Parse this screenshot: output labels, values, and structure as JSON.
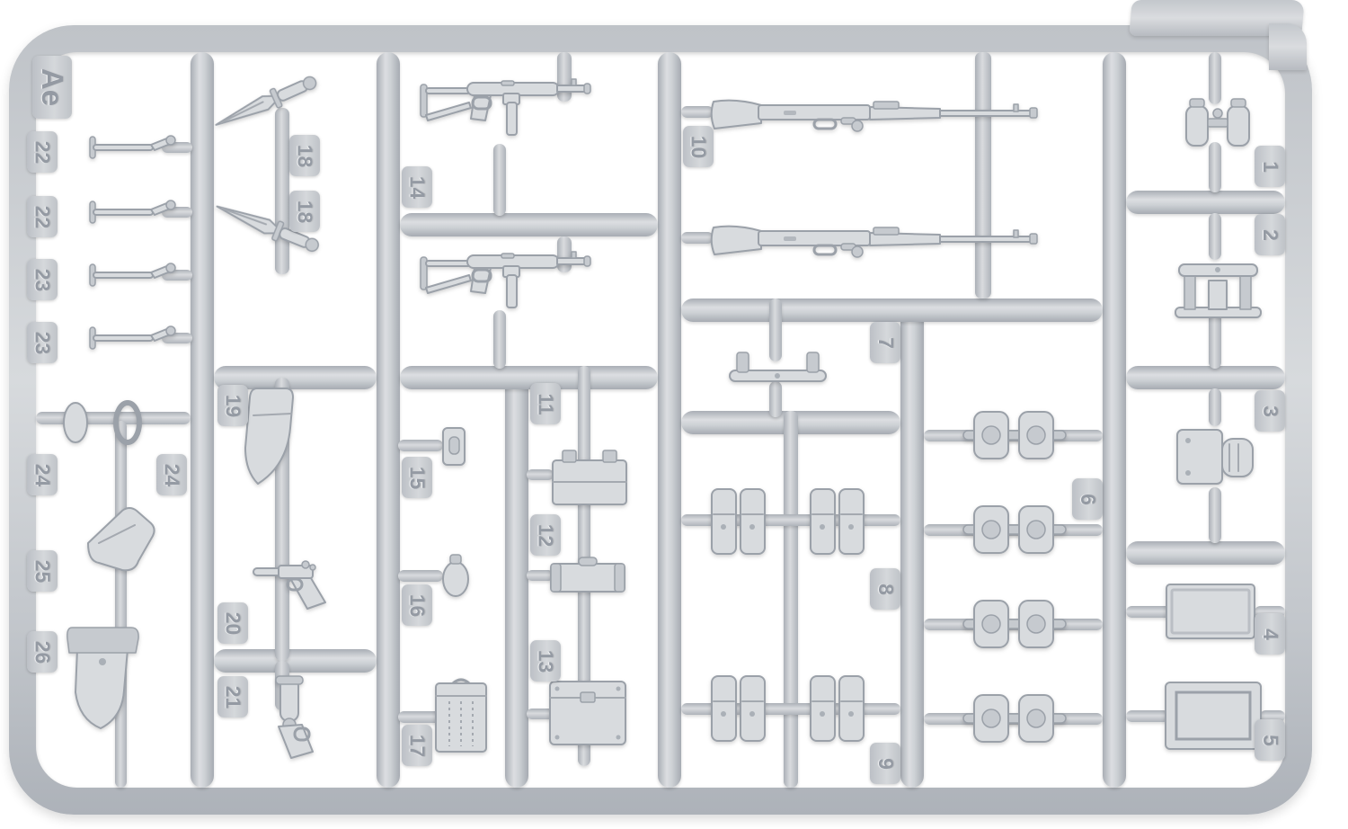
{
  "scene": {
    "subject": "injection-molded plastic model kit sprue photographed on white",
    "background_color": "#ffffff",
    "plastic_color": "#c7cacf",
    "sprue_code": "Ae"
  },
  "tags": [
    {
      "text": "Ae"
    },
    {
      "text": "22"
    },
    {
      "text": "22"
    },
    {
      "text": "23"
    },
    {
      "text": "23"
    },
    {
      "text": "24"
    },
    {
      "text": "24"
    },
    {
      "text": "25"
    },
    {
      "text": "26"
    },
    {
      "text": "18"
    },
    {
      "text": "18"
    },
    {
      "text": "19"
    },
    {
      "text": "20"
    },
    {
      "text": "21"
    },
    {
      "text": "14"
    },
    {
      "text": "15"
    },
    {
      "text": "16"
    },
    {
      "text": "17"
    },
    {
      "text": "11"
    },
    {
      "text": "12"
    },
    {
      "text": "13"
    },
    {
      "text": "10"
    },
    {
      "text": "7"
    },
    {
      "text": "8"
    },
    {
      "text": "9"
    },
    {
      "text": "6"
    },
    {
      "text": "1"
    },
    {
      "text": "2"
    },
    {
      "text": "3"
    },
    {
      "text": "4"
    },
    {
      "text": "5"
    }
  ],
  "parts": [
    {
      "number": "Ae",
      "name": "sprue-code-label"
    },
    {
      "number": "22",
      "name": "crank-rod"
    },
    {
      "number": "23",
      "name": "crank-rod"
    },
    {
      "number": "24",
      "name": "lens-ring"
    },
    {
      "number": "25",
      "name": "canvas-cover"
    },
    {
      "number": "26",
      "name": "pistol-holster"
    },
    {
      "number": "18",
      "name": "bayonet"
    },
    {
      "number": "19",
      "name": "holster"
    },
    {
      "number": "20",
      "name": "pistol"
    },
    {
      "number": "21",
      "name": "flare-pistol"
    },
    {
      "number": "14",
      "name": "mp40-submachine-gun"
    },
    {
      "number": "15",
      "name": "magazine-pouch"
    },
    {
      "number": "16",
      "name": "canteen"
    },
    {
      "number": "17",
      "name": "ammo-can"
    },
    {
      "number": "11",
      "name": "ammo-crate"
    },
    {
      "number": "12",
      "name": "ammo-box"
    },
    {
      "number": "13",
      "name": "ammo-box"
    },
    {
      "number": "10",
      "name": "kar98k-rifle"
    },
    {
      "number": "7",
      "name": "gun-cradle"
    },
    {
      "number": "8",
      "name": "ammo-pouch-pair"
    },
    {
      "number": "9",
      "name": "ammo-pouch-pair"
    },
    {
      "number": "6",
      "name": "drum-magazine-pair"
    },
    {
      "number": "1",
      "name": "binoculars"
    },
    {
      "number": "2",
      "name": "gun-mount"
    },
    {
      "number": "3",
      "name": "gun-mount"
    },
    {
      "number": "4",
      "name": "flat-panel"
    },
    {
      "number": "5",
      "name": "stowage-box"
    }
  ]
}
